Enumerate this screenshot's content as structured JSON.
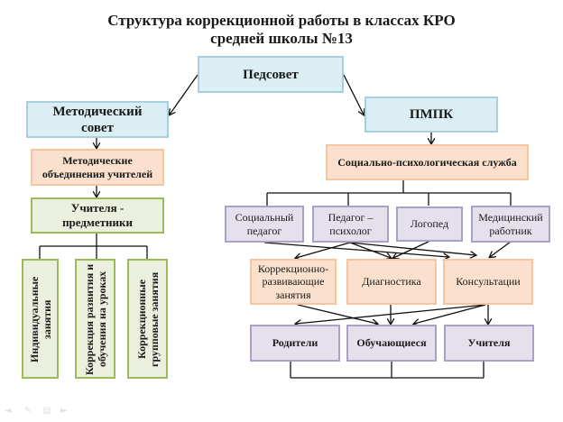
{
  "title": {
    "line1": "Структура коррекционной работы  в классах КРО",
    "line2": "средней школы №13"
  },
  "nodes": {
    "pedsovet": "Педсовет",
    "metod_sovet": "Методический совет",
    "metod_obed": "Методические объединения учителей",
    "uchitelya_predm": "Учителя - предметники",
    "individ": "Индивидуальные занятия",
    "korr_razv_urok": "Коррекция развития и обучения на уроках",
    "korr_grupp": "Коррекционные групповые занятия",
    "pmpk": "ПМПК",
    "soc_psih": "Социально-психологическая служба",
    "soc_pedagog": "Социальный педагог",
    "pedagog_psiholog": "Педагог – психолог",
    "logoped": "Логопед",
    "med_rabotnik": "Медицинский работник",
    "korr_razv_zan": "Коррекционно-развивающие занятия",
    "diagnostika": "Диагностика",
    "konsultacii": "Консультации",
    "roditeli": "Родители",
    "obuchayushiesya": "Обучающиеся",
    "uchitelya": "Учителя"
  },
  "slideshow_controls": {
    "prev": "◄",
    "pen": "✎",
    "menu": "▤",
    "next": "►"
  }
}
